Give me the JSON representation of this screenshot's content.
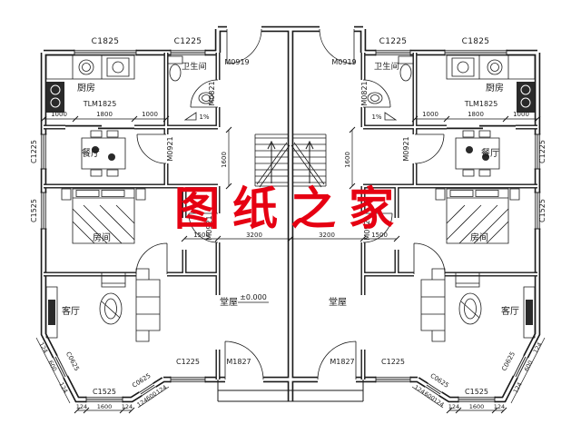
{
  "drawing": {
    "watermark": "图纸之家",
    "rooms": {
      "kitchen": "厨房",
      "bathroom": "卫生间",
      "dining": "餐厅",
      "bedroom": "房间",
      "living": "客厅",
      "hall": "堂屋"
    },
    "openings": {
      "c1825": "C1825",
      "c1225": "C1225",
      "c1525": "C1525",
      "c0625": "C0625",
      "m0919": "M0919",
      "m0821": "M0821",
      "m0921": "M0921",
      "m1827": "M1827",
      "tlm1825": "TLM1825"
    },
    "dims": {
      "d1000": "1000",
      "d1800": "1800",
      "d1600": "1600",
      "d1500": "1500",
      "d3200": "3200",
      "d600": "600",
      "d124": "124"
    },
    "level": "±0.000",
    "slope": "1%",
    "colors": {
      "line": "#1a1a1a",
      "watermark": "#e60012"
    }
  }
}
